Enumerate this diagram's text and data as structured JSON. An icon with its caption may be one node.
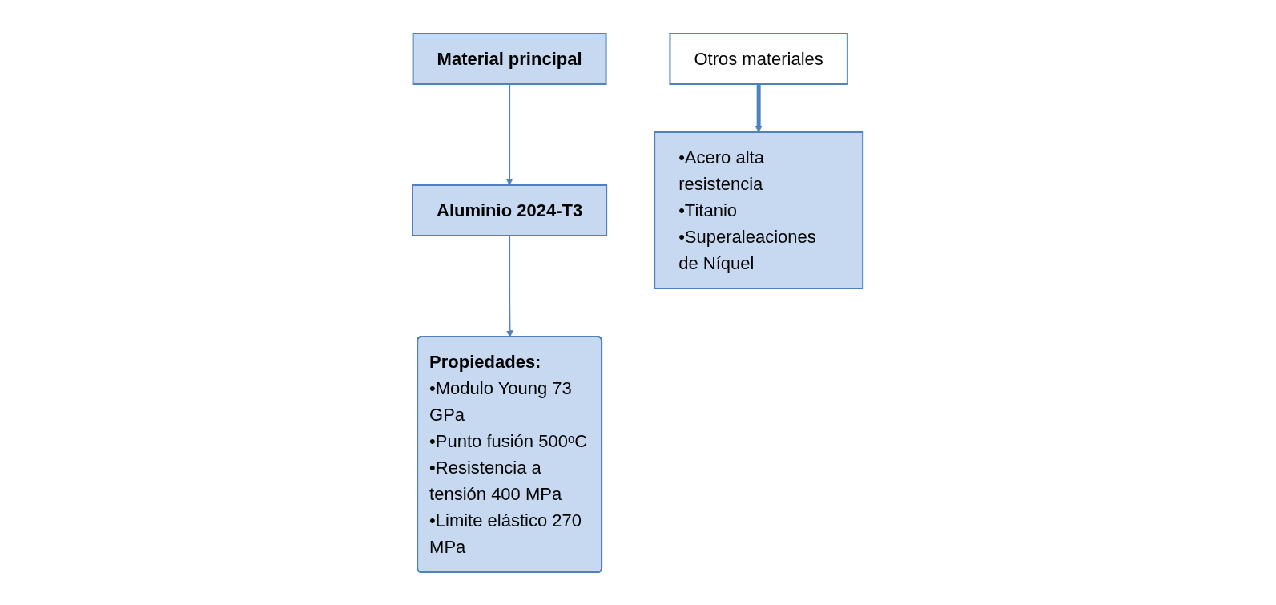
{
  "diagram": {
    "nodes": [
      {
        "text": [
          "Material principal"
        ]
      },
      {
        "text": [
          "Aluminio 2024-T3"
        ]
      },
      {
        "text": [
          "Propiedades:",
          "•Modulo Young 73 GPa",
          "•Punto fusión 500ᵒC",
          "•Resistencia a tensión 400 MPa",
          "•Limite elástico 270 MPa"
        ]
      },
      {
        "text": [
          "Otros materiales"
        ]
      },
      {
        "text": [
          "•Acero alta resistencia",
          "•Titanio",
          "•Superaleaciones de Níquel"
        ]
      }
    ],
    "edges": [
      {
        "from": 0,
        "to": 1,
        "arrow": "to"
      },
      {
        "from": 1,
        "to": 2,
        "arrow": "to"
      },
      {
        "from": 3,
        "to": 4,
        "arrow": "to",
        "style": "thick",
        "color": "#4f81bd"
      }
    ]
  }
}
